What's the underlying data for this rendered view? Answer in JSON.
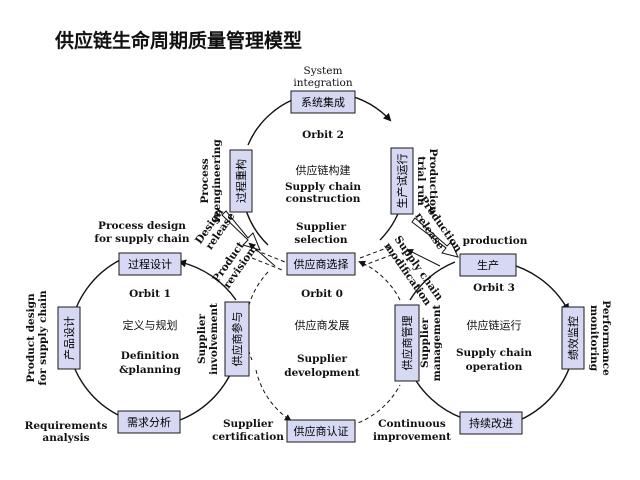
{
  "title": "供应链生命周期质量管理模型",
  "boxes": {
    "system_integration": "系统集成",
    "process_reengineering": "过程重构",
    "production_trial_run": "生产试运行",
    "process_design": "过程设计",
    "supplier_selection": "供应商选择",
    "production": "生产",
    "product_design": "产品设计",
    "supplier_involvement": "供应商参与",
    "supplier_management": "供应商管理",
    "performance_monitoring": "绩效监控",
    "requirements_analysis": "需求分析",
    "supplier_certification": "供应商认证",
    "continuous_improvement": "持续改进"
  },
  "labels": {
    "system_integration_en_1": "System",
    "system_integration_en_2": "integration",
    "process_reengineering_en_1": "Process",
    "process_reengineering_en_2": "reengineering",
    "production_trial_run_en_1": "Production",
    "production_trial_run_en_2": "trial run",
    "process_design_en_1": "Process design",
    "process_design_en_2": "for supply chain",
    "design_release_1": "Design",
    "design_release_2": "release",
    "product_revision_1": "Product",
    "product_revision_2": "revision",
    "production_release_1": "Production",
    "production_release_2": "release",
    "supply_chain_modification_1": "Supply chain",
    "supply_chain_modification_2": "modification",
    "production_en": "production",
    "product_design_en_1": "Product design",
    "product_design_en_2": "for supply chain",
    "supplier_involvement_en_1": "Supplier",
    "supplier_involvement_en_2": "involvement",
    "supplier_management_en_1": "Supplier",
    "supplier_management_en_2": "management",
    "performance_monitoring_en_1": "Performance",
    "performance_monitoring_en_2": "monitoring",
    "requirements_analysis_en_1": "Requirements",
    "requirements_analysis_en_2": "analysis",
    "supplier_certification_en_1": "Supplier",
    "supplier_certification_en_2": "certification",
    "continuous_improvement_en_1": "Continuous",
    "continuous_improvement_en_2": "improvement"
  },
  "orbits": {
    "orbit2": {
      "name": "Orbit 2",
      "cn": "供应链构建",
      "en1": "Supply chain",
      "en2": "construction"
    },
    "orbit1": {
      "name": "Orbit 1",
      "cn": "定义与规划",
      "en1": "Definition",
      "en2": "&planning"
    },
    "orbit0": {
      "name": "Orbit 0",
      "cn": "供应商发展",
      "en1": "Supplier",
      "en2": "development",
      "sel1": "Supplier",
      "sel2": "selection"
    },
    "orbit3": {
      "name": "Orbit 3",
      "cn": "供应链运行",
      "en1": "Supply chain",
      "en2": "operation"
    }
  },
  "colors": {
    "box_fill": "#d7d8f3",
    "line": "#111111"
  }
}
